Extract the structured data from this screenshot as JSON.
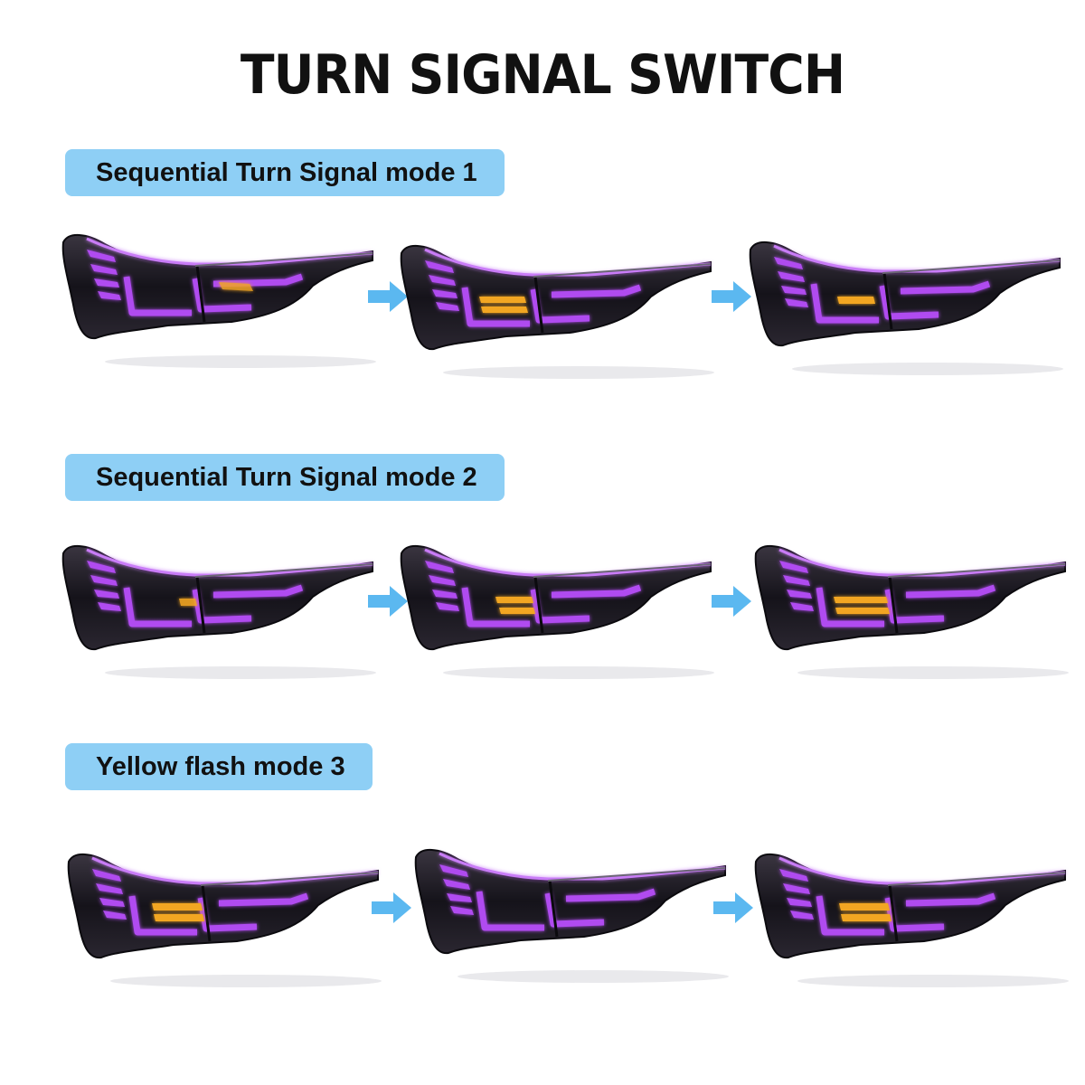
{
  "title": "TURN SIGNAL SWITCH",
  "modes": [
    {
      "label": "Sequential Turn Signal mode 1",
      "frames": 3
    },
    {
      "label": "Sequential Turn Signal mode 2",
      "frames": 3
    },
    {
      "label": "Yellow flash mode 3",
      "frames": 3
    }
  ],
  "colors": {
    "badge": "#8ecff5",
    "arrow": "#5bb8f0",
    "lamp_body": "#1b1822",
    "lamp_light": "#b04cf0",
    "signal": "#f2a623"
  }
}
